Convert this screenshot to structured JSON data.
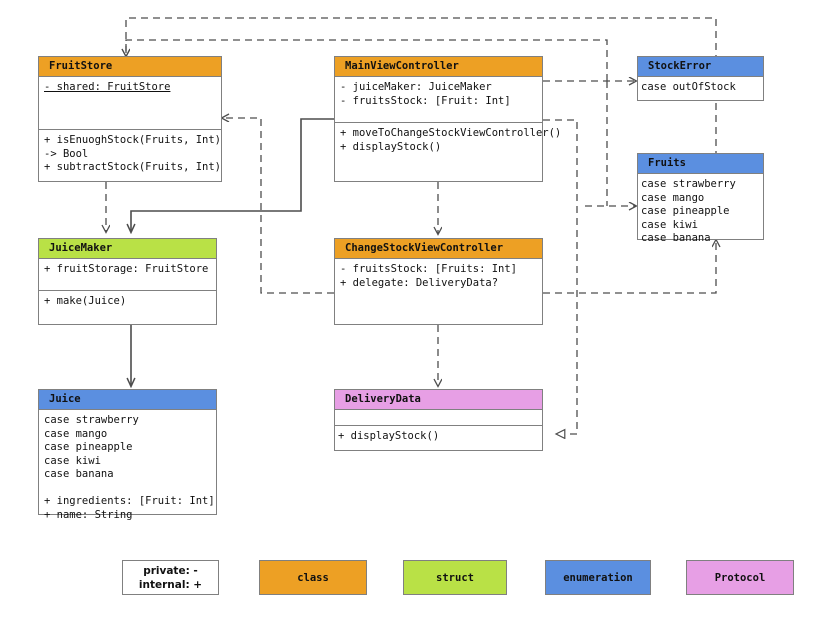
{
  "diagram": {
    "title": "JuiceMaker UML class diagram",
    "palette": {
      "class": "#eda024",
      "struct": "#b9e146",
      "enumeration": "#5b8fe0",
      "protocol": "#e79fe5",
      "line": "#4d4d4d",
      "border": "#808080",
      "background": "#ffffff"
    },
    "boxes": {
      "fruit_store": {
        "name": "FruitStore",
        "stereotype": "class",
        "properties": [
          "- shared: FruitStore"
        ],
        "methods": [
          "+ isEnuoghStock(Fruits, Int)",
          "-> Bool",
          "+ subtractStock(Fruits, Int)"
        ]
      },
      "main_view_controller": {
        "name": "MainViewController",
        "stereotype": "class",
        "properties": [
          "- juiceMaker: JuiceMaker",
          "- fruitsStock: [Fruit: Int]"
        ],
        "methods": [
          "+ moveToChangeStockViewController()",
          "+ displayStock()"
        ]
      },
      "stock_error": {
        "name": "StockError",
        "stereotype": "enumeration",
        "cases": [
          "case outOfStock"
        ]
      },
      "fruits": {
        "name": "Fruits",
        "stereotype": "enumeration",
        "cases": [
          "case strawberry",
          "case mango",
          "case pineapple",
          "case kiwi",
          "case banana"
        ]
      },
      "juice_maker": {
        "name": "JuiceMaker",
        "stereotype": "struct",
        "properties": [
          "+ fruitStorage: FruitStore"
        ],
        "methods": [
          "+ make(Juice)"
        ]
      },
      "change_stock_view_controller": {
        "name": "ChangeStockViewController",
        "stereotype": "class",
        "properties": [
          "- fruitsStock: [Fruits: Int]",
          "+ delegate: DeliveryData?"
        ],
        "methods": []
      },
      "juice": {
        "name": "Juice",
        "stereotype": "enumeration",
        "cases": [
          "case strawberry",
          "case mango",
          "case pineapple",
          "case kiwi",
          "case banana"
        ],
        "members": [
          "+ ingredients: [Fruit: Int]",
          "+ name: String"
        ]
      },
      "delivery_data": {
        "name": "DeliveryData",
        "stereotype": "protocol",
        "properties": [],
        "methods": [
          "+ displayStock()"
        ]
      }
    },
    "legend": {
      "visibility": {
        "line1": "private: -",
        "line2": "internal: +"
      },
      "items": [
        {
          "label": "class",
          "color": "#eda024"
        },
        {
          "label": "struct",
          "color": "#b9e146"
        },
        {
          "label": "enumeration",
          "color": "#5b8fe0"
        },
        {
          "label": "Protocol",
          "color": "#e79fe5"
        }
      ]
    }
  }
}
